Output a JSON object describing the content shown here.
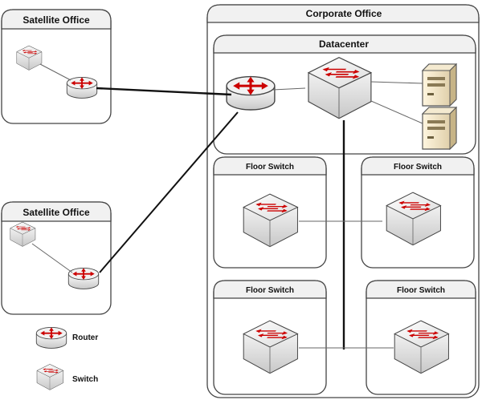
{
  "groups": {
    "satellite_top": "Satellite Office",
    "satellite_bottom": "Satellite Office",
    "corporate": "Corporate Office",
    "datacenter": "Datacenter",
    "floor_1": "Floor Switch",
    "floor_2": "Floor Switch",
    "floor_3": "Floor Switch",
    "floor_4": "Floor Switch"
  },
  "legend": {
    "router": "Router",
    "switch": "Switch"
  },
  "colors": {
    "box_fill": "#ffffff",
    "box_stroke": "#333333",
    "header_fill": "#f2f2f2",
    "arrow_red": "#d40000",
    "device_gray": "#d9d9d9",
    "server_fill": "#e8d9b8"
  },
  "icons": [
    "router-icon",
    "switch-icon",
    "server-icon"
  ]
}
